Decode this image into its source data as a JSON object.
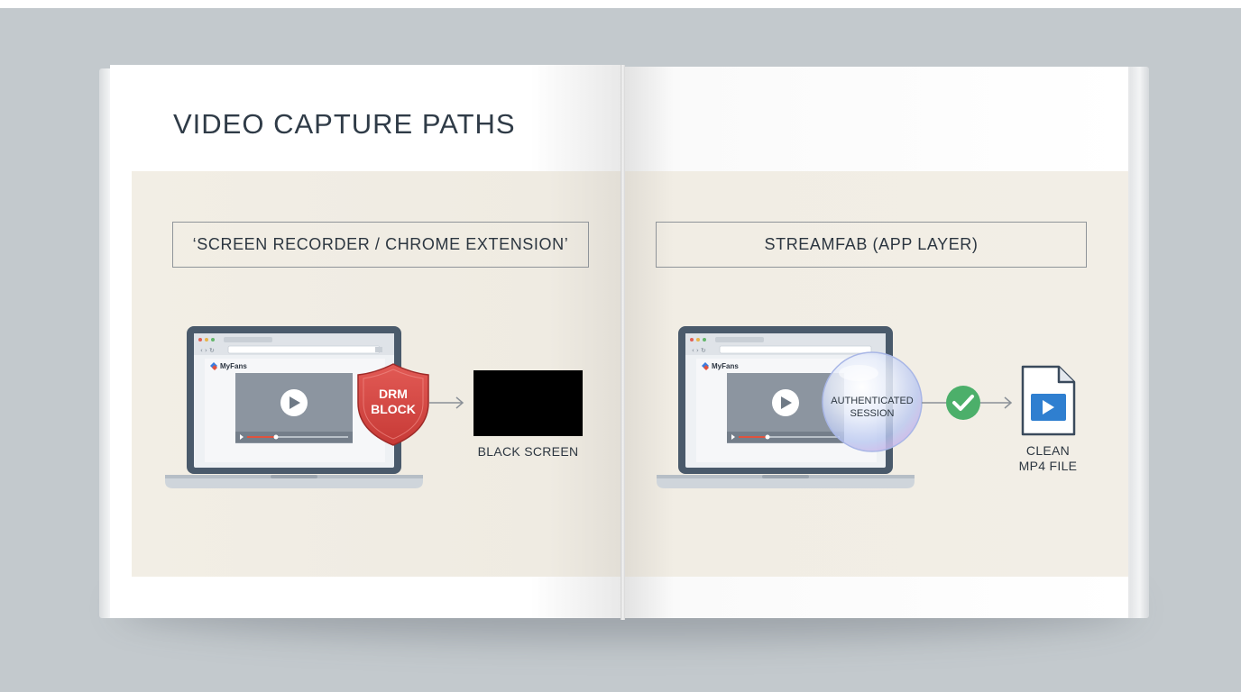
{
  "title": "VIDEO CAPTURE PATHS",
  "left": {
    "label": "‘SCREEN RECORDER / CHROME EXTENSION’",
    "browser_site": "MyFans",
    "shield_line1": "DRM",
    "shield_line2": "BLOCK",
    "result_caption": "BLACK SCREEN"
  },
  "right": {
    "label": "STREAMFAB (APP LAYER)",
    "browser_site": "MyFans",
    "bubble_line1": "AUTHENTICATED",
    "bubble_line2": "SESSION",
    "result_line1": "CLEAN",
    "result_line2": "MP4 FILE"
  },
  "colors": {
    "panel": "#f1ede4",
    "shield": "#d64541",
    "check": "#4caf6a",
    "file_play": "#2f7fd0"
  }
}
